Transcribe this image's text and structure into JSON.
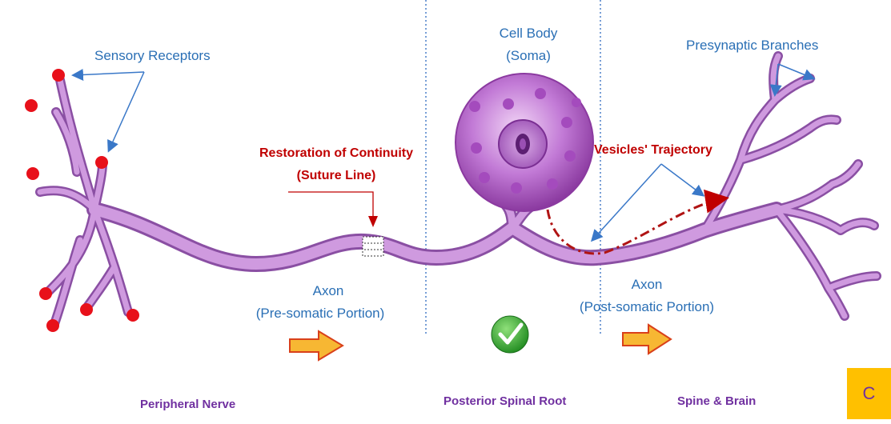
{
  "labels": {
    "sensory_receptors": "Sensory Receptors",
    "cell_body": "Cell Body",
    "soma": "(Soma)",
    "presynaptic_branches": "Presynaptic Branches",
    "restoration_title": "Restoration of Continuity",
    "suture_line": "(Suture Line)",
    "vesicles_trajectory": "Vesicles' Trajectory",
    "axon_pre": "Axon",
    "axon_pre_portion": "(Pre-somatic Portion)",
    "axon_post": "Axon",
    "axon_post_portion": "(Post-somatic Portion)",
    "peripheral_nerve": "Peripheral Nerve",
    "posterior_spinal_root": "Posterior Spinal Root",
    "spine_brain": "Spine & Brain",
    "corner_badge": "C"
  },
  "colors": {
    "neuron_fill": "#c78fd8",
    "neuron_outline": "#8a4fa3",
    "soma_dark": "#8b3aa0",
    "receptor_red": "#e8101a",
    "label_blue": "#2a6fb5",
    "label_red": "#c00000",
    "region_purple": "#7030a0",
    "divider_blue": "#4a7fc8",
    "arrow_orange": "#f5a623",
    "check_green": "#2e9e2e",
    "badge_yellow": "#ffc000"
  },
  "icons": {
    "check": "check-icon",
    "direction_arrows": "right-arrow-icon"
  }
}
